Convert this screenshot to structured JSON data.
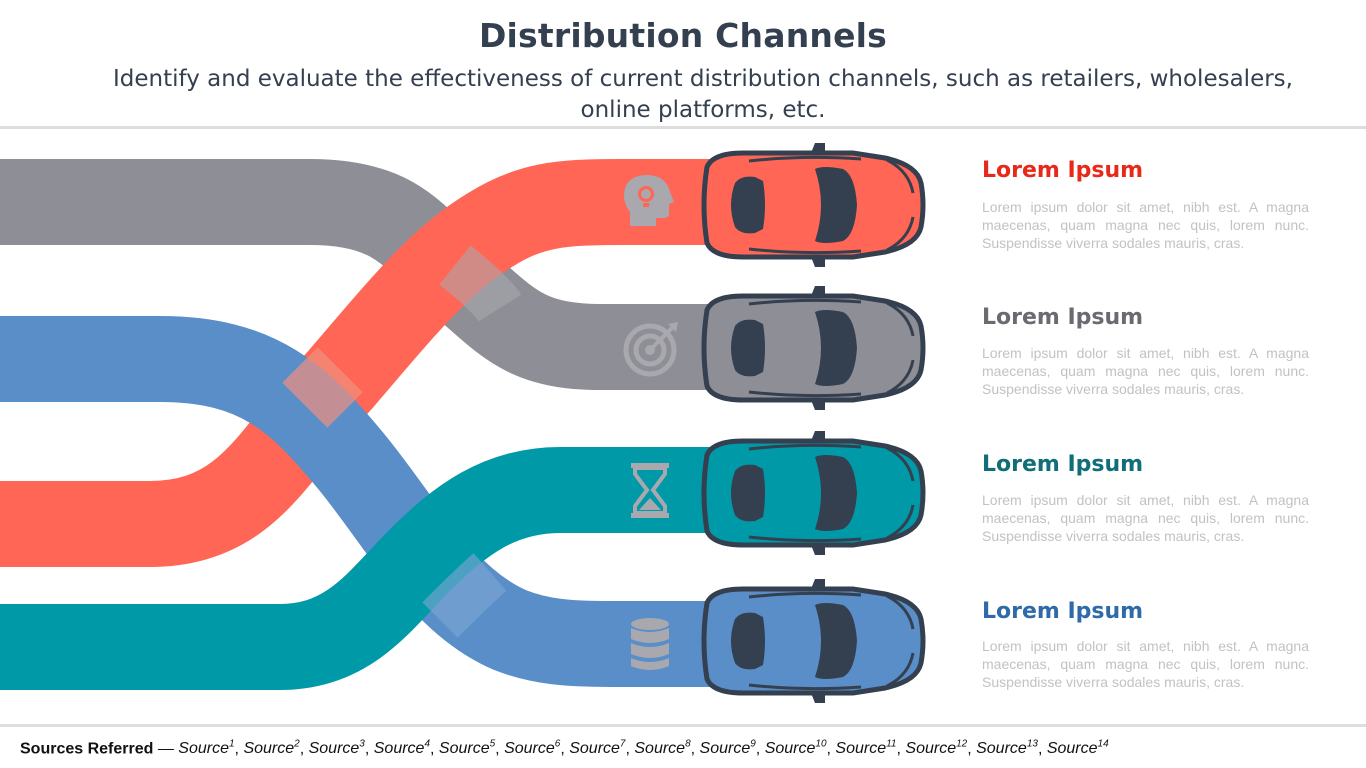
{
  "title": "Distribution Channels",
  "subtitle": "Identify and evaluate the effectiveness of current distribution channels, such as retailers, wholesalers, online platforms, etc.",
  "colors": {
    "red": "#ff6655",
    "gray": "#8e8e96",
    "teal": "#0099a8",
    "blue": "#5a8ec9",
    "dark": "#34404f"
  },
  "items": [
    {
      "title": "Lorem Ipsum",
      "title_color": "#e8291a",
      "icon": "head-lightbulb-icon",
      "car_color": "#ff6655",
      "description": "Lorem ipsum dolor sit amet, nibh est. A magna maecenas, quam magna nec quis, lorem nunc. Suspendisse viverra sodales mauris, cras."
    },
    {
      "title": "Lorem Ipsum",
      "title_color": "#6a6a70",
      "icon": "target-icon",
      "car_color": "#8e8e96",
      "description": "Lorem ipsum dolor sit amet, nibh est. A magna maecenas, quam magna nec quis, lorem nunc. Suspendisse viverra sodales mauris, cras."
    },
    {
      "title": "Lorem Ipsum",
      "title_color": "#0f6e78",
      "icon": "hourglass-icon",
      "car_color": "#0099a8",
      "description": "Lorem ipsum dolor sit amet, nibh est. A magna maecenas, quam magna nec quis, lorem nunc. Suspendisse viverra sodales mauris, cras."
    },
    {
      "title": "Lorem Ipsum",
      "title_color": "#2f6aa8",
      "icon": "database-icon",
      "car_color": "#5a8ec9",
      "description": "Lorem ipsum dolor sit amet, nibh est. A magna maecenas, quam magna nec quis, lorem nunc. Suspendisse viverra sodales mauris, cras."
    }
  ],
  "sources": {
    "label": "Sources Referred",
    "separator": " — ",
    "items": [
      {
        "text": "Source",
        "sup": "1"
      },
      {
        "text": "Source",
        "sup": "2"
      },
      {
        "text": "Source",
        "sup": "3"
      },
      {
        "text": "Source",
        "sup": "4"
      },
      {
        "text": "Source",
        "sup": "5"
      },
      {
        "text": "Source",
        "sup": "6"
      },
      {
        "text": "Source",
        "sup": "7"
      },
      {
        "text": "Source",
        "sup": "8"
      },
      {
        "text": "Source",
        "sup": "9"
      },
      {
        "text": "Source",
        "sup": "10"
      },
      {
        "text": "Source",
        "sup": "11"
      },
      {
        "text": "Source",
        "sup": "12"
      },
      {
        "text": "Source",
        "sup": "13"
      },
      {
        "text": "Source",
        "sup": "14"
      }
    ]
  }
}
